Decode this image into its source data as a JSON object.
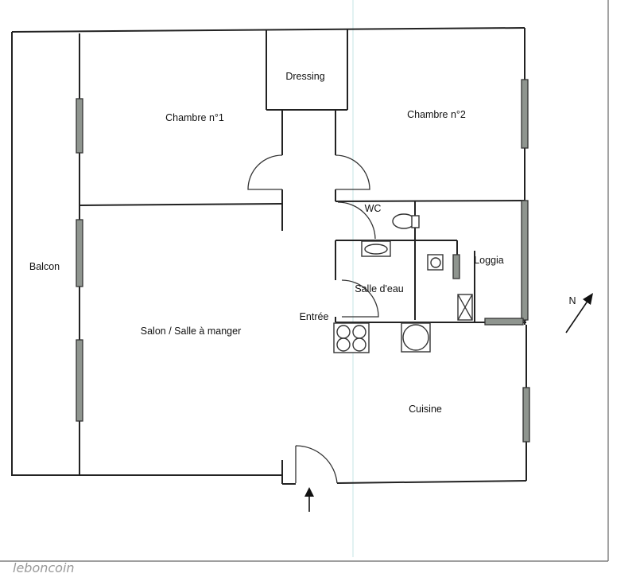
{
  "rooms": {
    "dressing": "Dressing",
    "chambre1": "Chambre n°1",
    "chambre2": "Chambre n°2",
    "wc": "WC",
    "balcon": "Balcon",
    "loggia": "Loggia",
    "salle_eau": "Salle d'eau",
    "entree": "Entrée",
    "salon": "Salon / Salle à manger",
    "cuisine": "Cuisine"
  },
  "north_label": "N",
  "watermark": "leboncoin",
  "icons": {
    "north_arrow": "north-arrow-icon",
    "entrance_arrow": "entrance-arrow-icon"
  },
  "colors": {
    "wall": "#222222",
    "window": "#8f958f",
    "background": "#ffffff",
    "watermark": "#9a9a9a"
  }
}
